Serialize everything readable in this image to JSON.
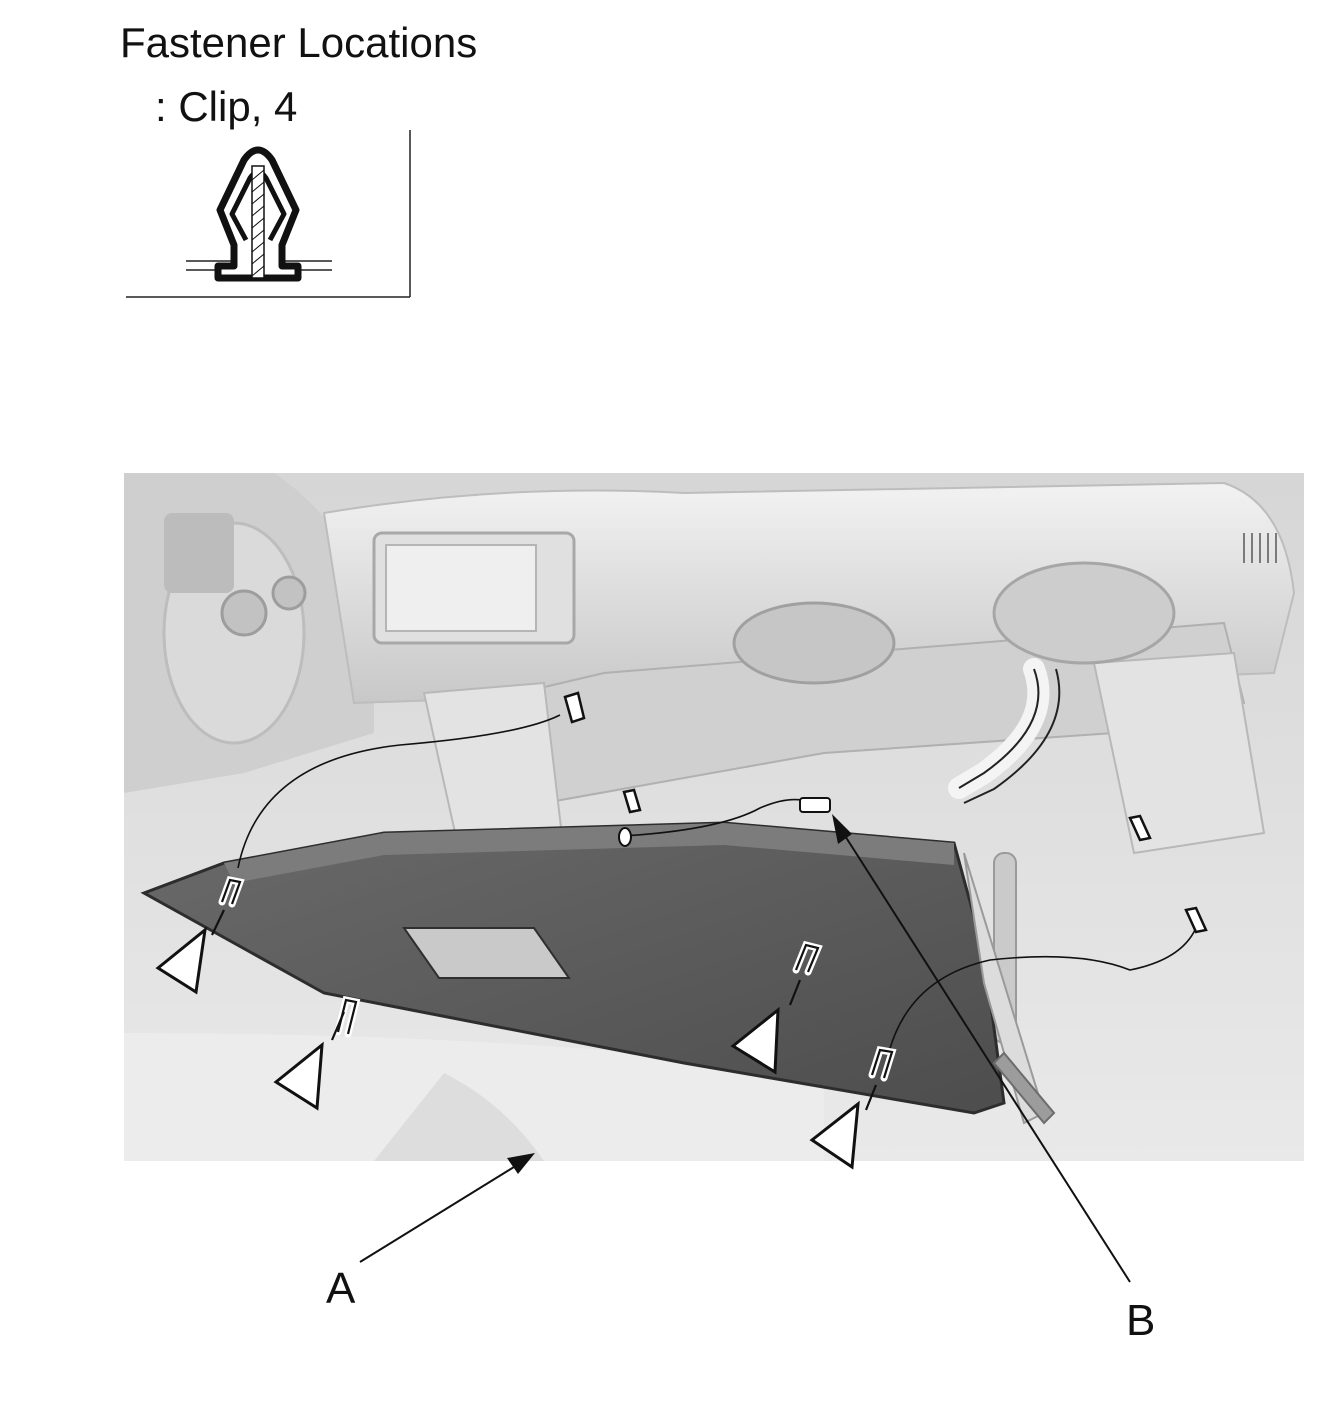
{
  "header": {
    "title": "Fastener Locations",
    "subtitle": ": Clip, 4"
  },
  "callouts": {
    "a": "A",
    "b": "B"
  },
  "icons": {
    "clip": "push-clip-icon",
    "fastener_marker": "clip-location-triangle-icon"
  },
  "colors": {
    "line": "#111111",
    "panel": "#5a5a5a",
    "scene_light": "#e6e6e6",
    "scene_mid": "#cfcfcf"
  }
}
